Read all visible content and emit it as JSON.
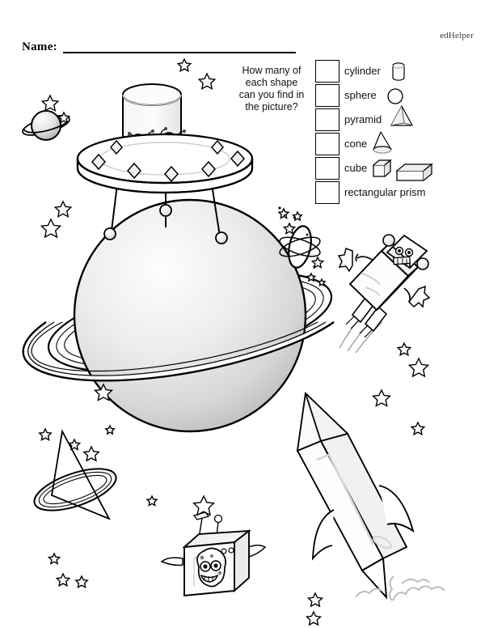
{
  "header": {
    "brand": "edHelper",
    "name_label": "Name:",
    "name_value": ""
  },
  "question": {
    "line1": "How many of",
    "line2": "each shape",
    "line3": "can you find in",
    "line4": "the picture?"
  },
  "legend": {
    "rows": [
      {
        "label": "cylinder",
        "answer": "",
        "icon": "cylinder-icon"
      },
      {
        "label": "sphere",
        "answer": "",
        "icon": "sphere-icon"
      },
      {
        "label": "pyramid",
        "answer": "",
        "icon": "pyramid-icon"
      },
      {
        "label": "cone",
        "answer": "",
        "icon": "cone-icon"
      },
      {
        "label": "cube",
        "answer": "",
        "icon": "cube-icon"
      },
      {
        "label": "rectangular prism",
        "answer": "",
        "icon": "rectangular-prism-icon"
      }
    ]
  },
  "scene": {
    "objects": [
      "flying-saucer-with-aliens",
      "ringed-planet-large",
      "ringed-planet-small-left",
      "ringed-atom-planet-right",
      "flying-robot",
      "rocket-ship",
      "cube-spaceship-with-alien",
      "ringed-cone",
      "star-field",
      "rocket-smoke"
    ]
  },
  "colors": {
    "ink": "#000000",
    "paper": "#ffffff",
    "shade_light": "#f2f2f2",
    "shade_mid": "#d8d8d8",
    "shade_dark": "#b4b4b4",
    "smoke": "#b8b8b8",
    "brand_text": "#3a3a3a"
  }
}
